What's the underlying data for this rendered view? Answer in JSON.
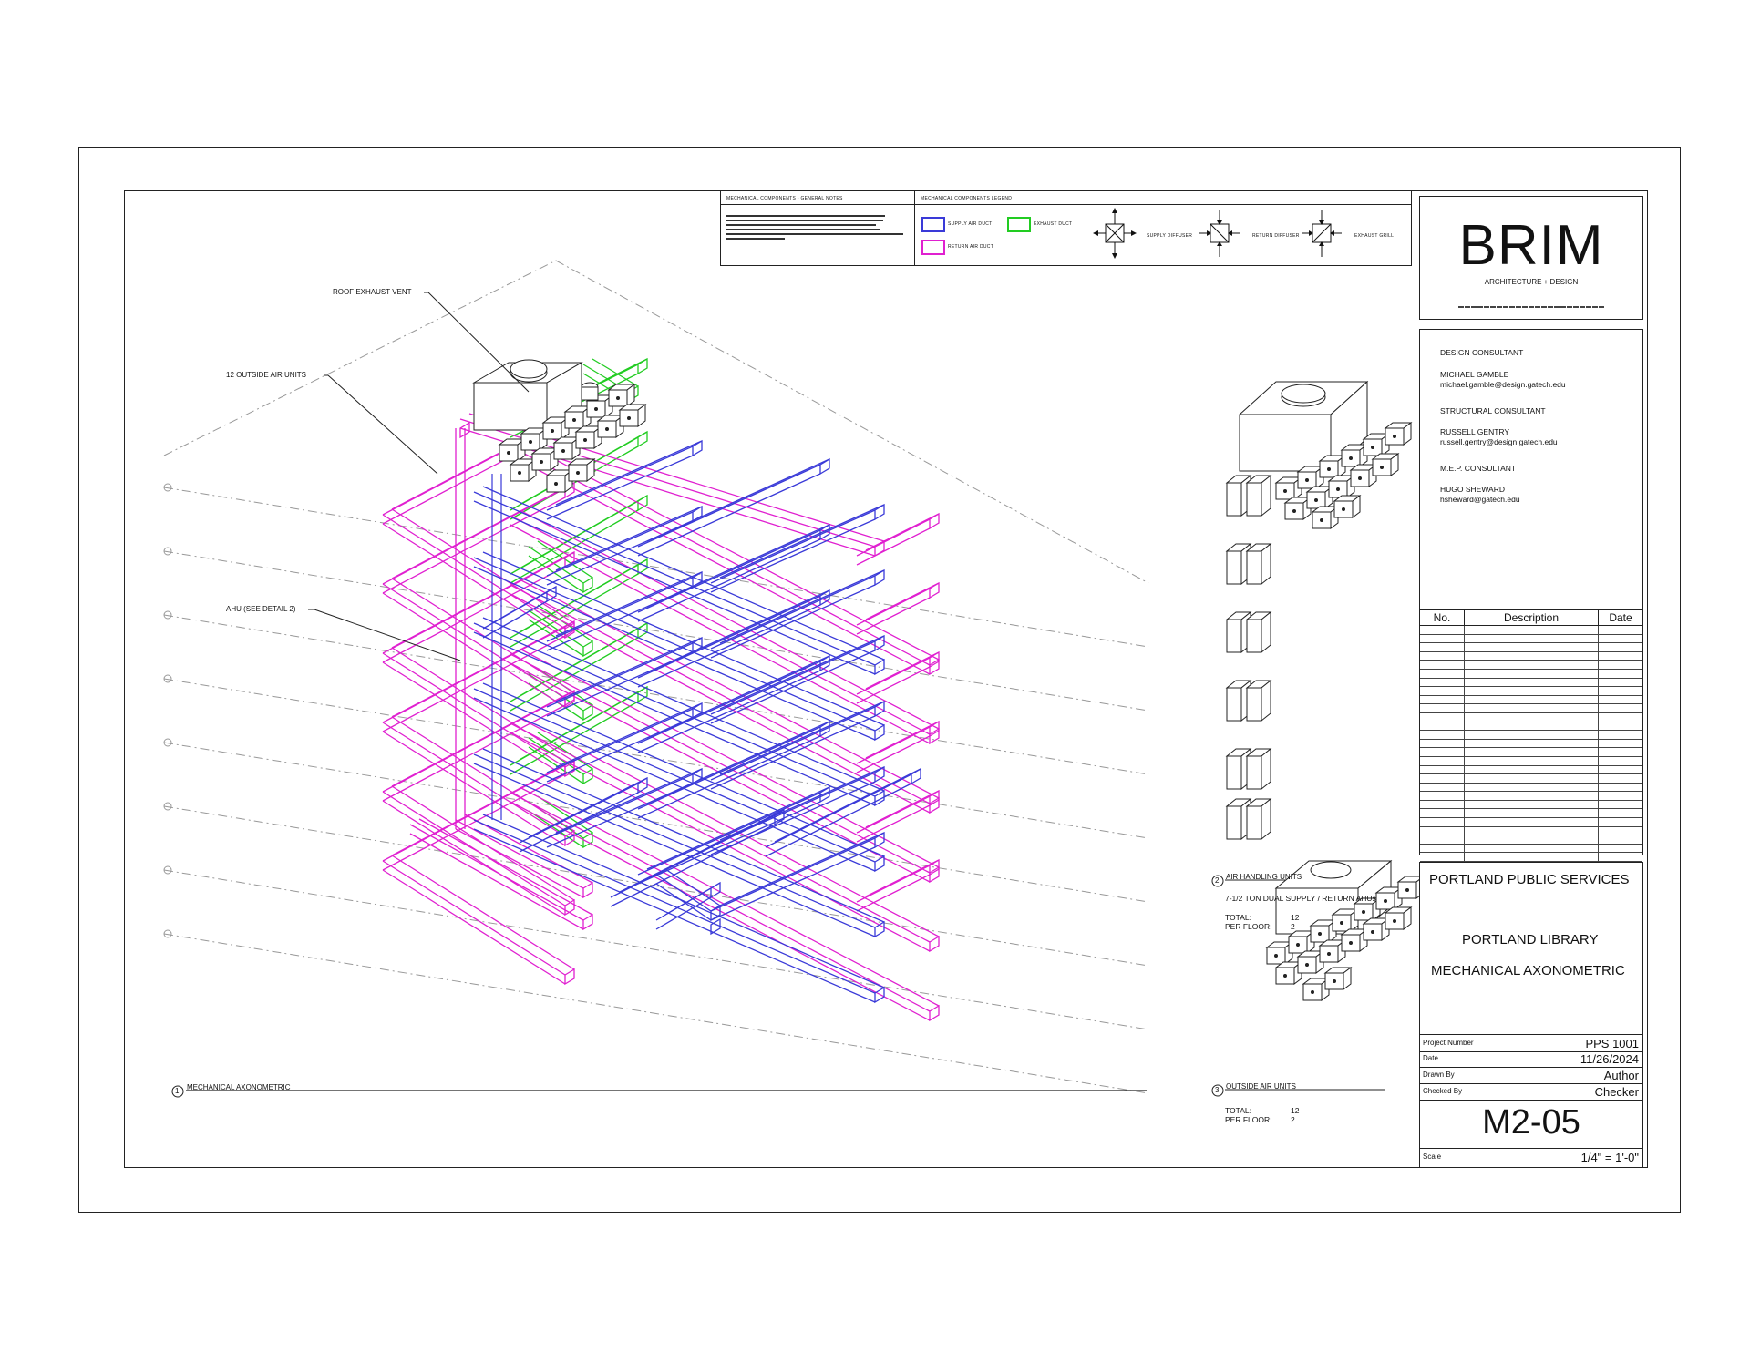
{
  "notes": {
    "title": "MECHANICAL COMPONENTS - GENERAL NOTES"
  },
  "legend": {
    "title": "MECHANICAL COMPONENTS LEGEND",
    "supply_air_duct": "SUPPLY AIR DUCT",
    "return_air_duct": "RETURN AIR DUCT",
    "exhaust_duct": "EXHAUST DUCT",
    "supply_diffuser": "SUPPLY DIFFUSER",
    "return_diffuser": "RETURN DIFFUSER",
    "exhaust_grill": "EXHAUST GRILL"
  },
  "colors": {
    "supply": "#3a3ad8",
    "return": "#e020d0",
    "exhaust": "#22cc22"
  },
  "callouts": {
    "roof_exhaust_vent": "ROOF EXHAUST VENT",
    "outside_air_units": "12 OUTSIDE AIR UNITS",
    "ahu": "AHU (SEE DETAIL 2)"
  },
  "views": {
    "v1_num": "1",
    "v1_title": "MECHANICAL AXONOMETRIC",
    "v2_num": "2",
    "v2_title": "AIR HANDLING UNITS",
    "v2_desc": "7-1/2 TON DUAL SUPPLY / RETURN AHUs",
    "v2_total_label": "TOTAL:",
    "v2_total_value": "12",
    "v2_per_floor_label": "PER FLOOR:",
    "v2_per_floor_value": "2",
    "v3_num": "3",
    "v3_title": "OUTSIDE AIR UNITS",
    "v3_total_label": "TOTAL:",
    "v3_total_value": "12",
    "v3_per_floor_label": "PER FLOOR:",
    "v3_per_floor_value": "2"
  },
  "firm": {
    "logo": "BRIM",
    "subtitle": "ARCHITECTURE + DESIGN"
  },
  "consultants": {
    "design_title": "DESIGN CONSULTANT",
    "design_name": "MICHAEL GAMBLE",
    "design_email": "michael.gamble@design.gatech.edu",
    "structural_title": "STRUCTURAL CONSULTANT",
    "structural_name": "RUSSELL GENTRY",
    "structural_email": "russell.gentry@design.gatech.edu",
    "mep_title": "M.E.P. CONSULTANT",
    "mep_name": "HUGO SHEWARD",
    "mep_email": "hsheward@gatech.edu"
  },
  "revisions": {
    "col_no": "No.",
    "col_description": "Description",
    "col_date": "Date"
  },
  "project": {
    "client": "PORTLAND PUBLIC SERVICES",
    "name": "PORTLAND LIBRARY",
    "sheet_title": "MECHANICAL AXONOMETRIC",
    "project_number_label": "Project Number",
    "project_number": "PPS 1001",
    "date_label": "Date",
    "date": "11/26/2024",
    "drawn_by_label": "Drawn By",
    "drawn_by": "Author",
    "checked_by_label": "Checked By",
    "checked_by": "Checker",
    "sheet_number": "M2-05",
    "scale_label": "Scale",
    "scale": "1/4\" = 1'-0\""
  }
}
